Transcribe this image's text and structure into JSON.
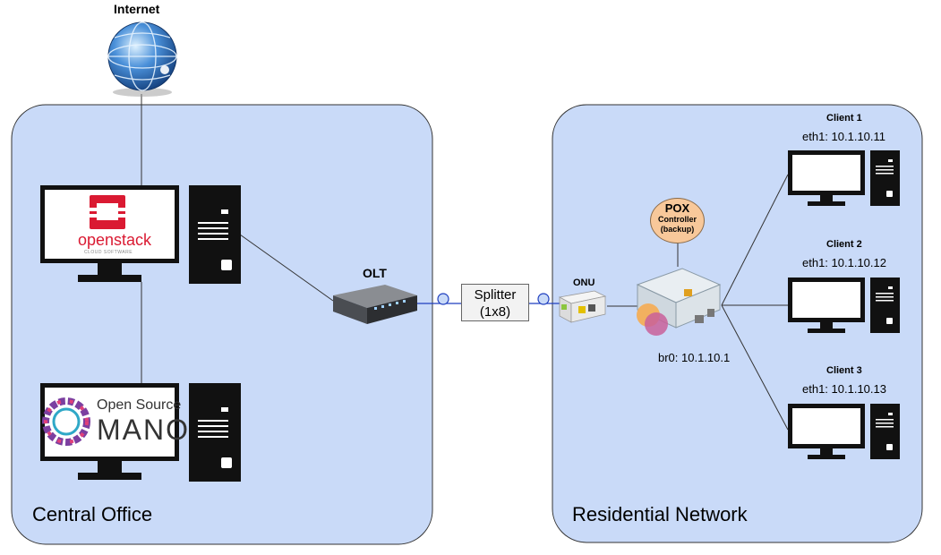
{
  "internet": {
    "label": "Internet"
  },
  "central_office": {
    "title": "Central Office",
    "openstack": {
      "brand": "openstack",
      "tagline": "CLOUD SOFTWARE"
    },
    "osm": {
      "line1": "Open Source",
      "line2": "MANO"
    }
  },
  "olt": {
    "label": "OLT"
  },
  "splitter": {
    "line1": "Splitter",
    "line2": "(1x8)"
  },
  "onu": {
    "label": "ONU"
  },
  "residential": {
    "title": "Residential Network",
    "pox": {
      "line1": "POX",
      "line2": "Controller",
      "line3": "(backup)"
    },
    "bridge": {
      "label": "br0: 10.1.10.1"
    },
    "clients": [
      {
        "name": "Client 1",
        "iface": "eth1: 10.1.10.11"
      },
      {
        "name": "Client 2",
        "iface": "eth1: 10.1.10.12"
      },
      {
        "name": "Client 3",
        "iface": "eth1: 10.1.10.13"
      }
    ]
  },
  "colors": {
    "zone_fill": "#c9daf8",
    "zone_stroke": "#333333",
    "fiber": "#1f3fbf",
    "openstack_red": "#da1a32",
    "pox_fill": "#f8c89a"
  }
}
